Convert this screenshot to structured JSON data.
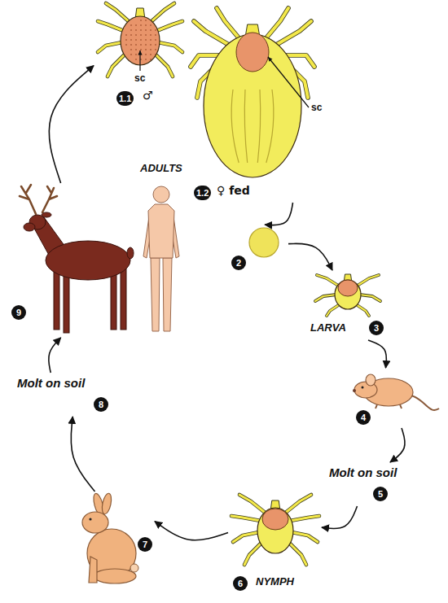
{
  "diagram": {
    "nodes": [
      {
        "text": [
          "sc",
          "1.1",
          "♂"
        ]
      },
      {
        "text": [
          "sc",
          "1.2",
          "♀ fed"
        ]
      },
      {
        "text": [
          "2"
        ]
      },
      {
        "text": [
          "LARVA",
          "3"
        ]
      },
      {
        "text": [
          "4"
        ]
      },
      {
        "text": [
          "Molt on soil",
          "5"
        ]
      },
      {
        "text": [
          "NYMPH",
          "6"
        ]
      },
      {
        "text": [
          "7"
        ]
      },
      {
        "text": [
          "Molt on soil",
          "8"
        ]
      },
      {
        "text": [
          "9"
        ]
      }
    ],
    "edges": [
      {
        "from": 1,
        "to": 2,
        "arrow": "to"
      },
      {
        "from": 2,
        "to": 3,
        "arrow": "to"
      },
      {
        "from": 3,
        "to": 4,
        "arrow": "to"
      },
      {
        "from": 4,
        "to": 5,
        "arrow": "to"
      },
      {
        "from": 5,
        "to": 6,
        "arrow": "to"
      },
      {
        "from": 6,
        "to": 7,
        "arrow": "to"
      },
      {
        "from": 7,
        "to": 8,
        "arrow": "to"
      },
      {
        "from": 8,
        "to": 9,
        "arrow": "to"
      },
      {
        "from": 9,
        "to": 0,
        "arrow": "to"
      }
    ],
    "labels": [
      "ADULTS"
    ]
  }
}
